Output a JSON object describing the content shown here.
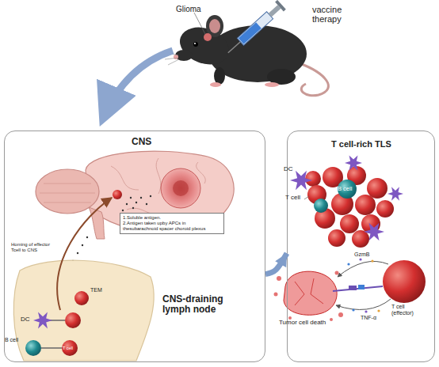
{
  "diagram": {
    "nodes": [
      {
        "text": [
          "CNS"
        ]
      },
      {
        "text": [
          "1.Soluble antigen.",
          "2.Antigen taken upby APCs in thesubarachnoid spacer choroid plexus"
        ],
        "in": 0
      },
      {
        "text": [
          "T cell-rich TLS"
        ]
      }
    ],
    "edges": [
      {
        "from": 0,
        "to": 2,
        "arrow": "to"
      }
    ],
    "labels": [
      "Glioma",
      "vaccine therapy",
      "Homing of effector Tcell to CNS",
      "TEM",
      "CNS-draining lymph node",
      "DC",
      "B cell",
      "T cell",
      "DC",
      "B cell",
      "T cell",
      "GzmB",
      "T cell (effector)",
      "TNF-α",
      "Tumor cell death"
    ]
  }
}
